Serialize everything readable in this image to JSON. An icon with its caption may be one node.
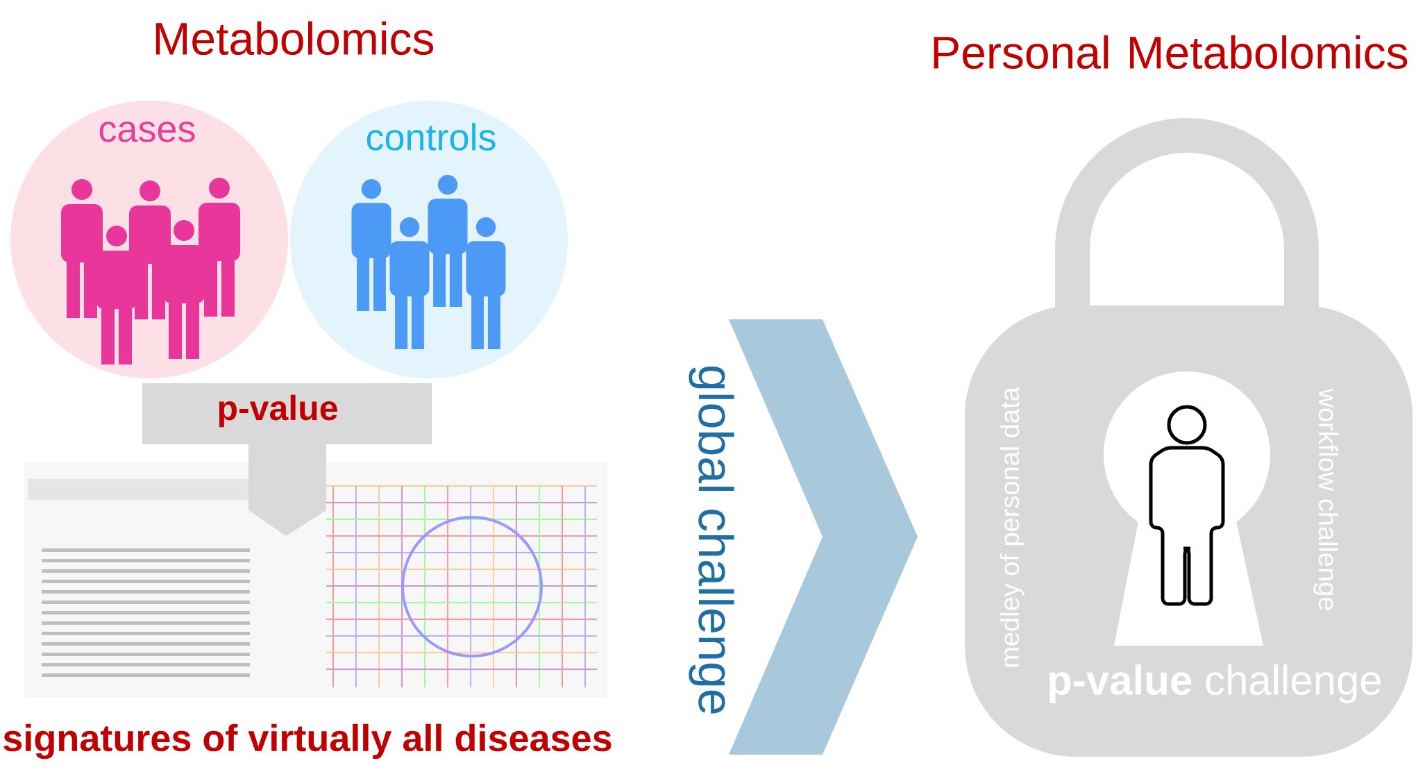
{
  "diagram": {
    "nodes": [
      {
        "text": [
          "cases"
        ]
      },
      {
        "text": [
          "controls"
        ]
      },
      {
        "text": [
          "p-value"
        ]
      },
      {
        "text": [],
        "shape": "picture",
        "beside": [
          "signatures of virtually all diseases"
        ]
      },
      {
        "text": [
          "global challenge"
        ]
      },
      {
        "text": [
          "medley of personal data",
          "workflow challenge",
          "**p-value** challenge"
        ]
      }
    ],
    "labels": [
      "Metabolomics",
      "Personal Metabolomics"
    ]
  }
}
